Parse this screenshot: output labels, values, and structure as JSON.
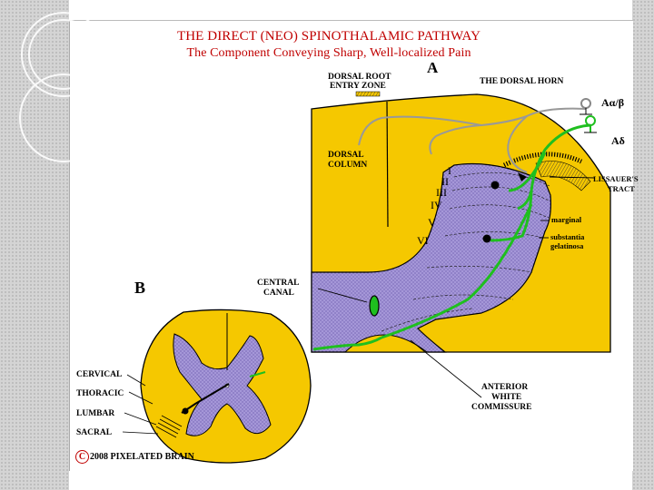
{
  "title": "THE DIRECT (NEO) SPINOTHALAMIC PATHWAY",
  "subtitle": "The Component Conveying Sharp, Well-localized Pain",
  "panel_a": {
    "letter": "A",
    "dorsal_root_entry_zone_line1": "DORSAL ROOT",
    "dorsal_root_entry_zone_line2": "ENTRY ZONE",
    "dorsal_horn": "THE DORSAL HORN",
    "fiber_ab": "Aα/β",
    "fiber_ad": "Aδ",
    "dorsal_column_line1": "DORSAL",
    "dorsal_column_line2": "COLUMN",
    "laminae": [
      "I",
      "II",
      "III",
      "IV",
      "V",
      "VI"
    ],
    "lissauer_line1": "LISSAUER'S",
    "lissauer_line2": "TRACT",
    "marginal": "marginal",
    "substantia_line1": "substantia",
    "substantia_line2": "gelatinosa",
    "central_canal_line1": "CENTRAL",
    "central_canal_line2": "CANAL",
    "anterior_line1": "ANTERIOR",
    "anterior_line2": "WHITE",
    "anterior_line3": "COMMISSURE"
  },
  "panel_b": {
    "letter": "B",
    "levels": [
      "CERVICAL",
      "THORACIC",
      "LUMBAR",
      "SACRAL"
    ]
  },
  "copyright": "2008 PIXELATED BRAIN",
  "copyright_symbol": "C",
  "colors": {
    "title": "#c00000",
    "cord_yellow": "#f5c800",
    "gray_matter": "#a597d8",
    "pathway_green": "#1fbf1f",
    "fiber_gray": "#999999"
  }
}
